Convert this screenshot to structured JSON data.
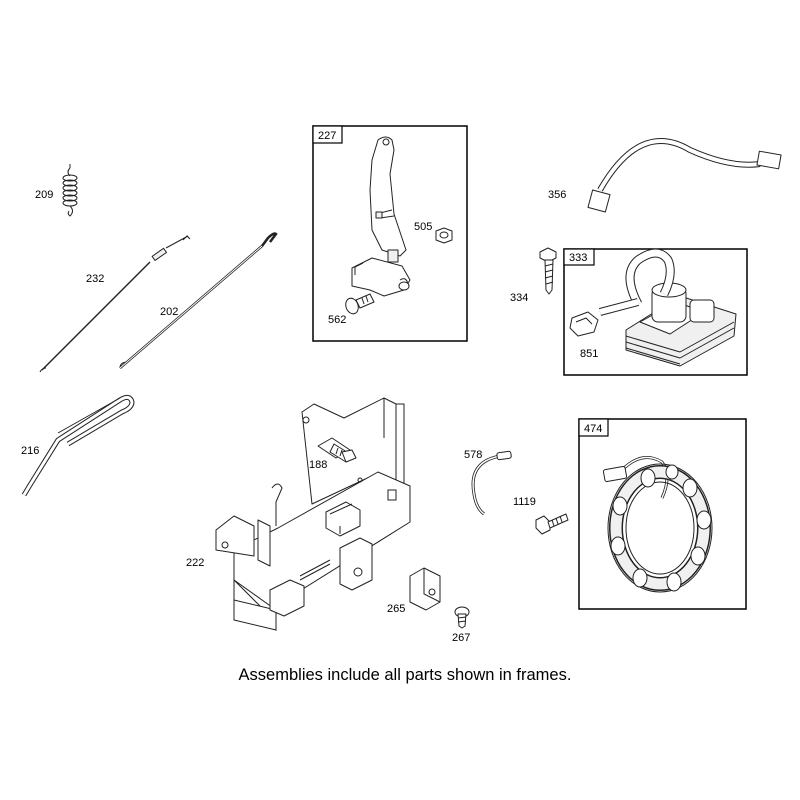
{
  "parts": {
    "p209": "209",
    "p232": "232",
    "p202": "202",
    "p216": "216",
    "p227": "227",
    "p505": "505",
    "p562": "562",
    "p356": "356",
    "p333": "333",
    "p334": "334",
    "p851": "851",
    "p188": "188",
    "p222": "222",
    "p578": "578",
    "p1119": "1119",
    "p474": "474",
    "p265": "265",
    "p267": "267"
  },
  "caption": "Assemblies include all parts shown in frames."
}
